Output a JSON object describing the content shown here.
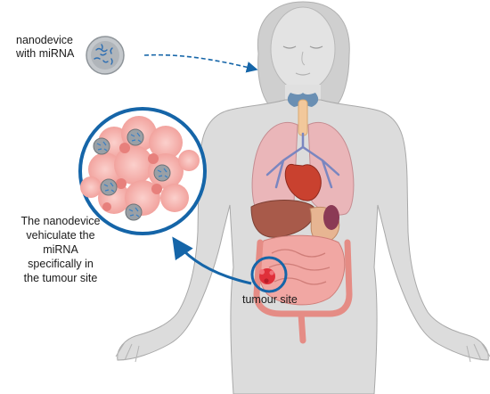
{
  "labels": {
    "nanodevice": [
      "nanodevice",
      "with miRNA"
    ],
    "vehiculate": [
      "The nanodevice",
      "vehiculate the",
      "miRNA",
      "specifically in",
      "the tumour site"
    ],
    "tumour_site": "tumour site"
  },
  "colors": {
    "accent_blue": "#1565a8",
    "body_gray": "#d9d9d9",
    "body_outline": "#a6a6a6",
    "tumour_red": "#e0303a",
    "tissue_pink": "#f4a3a0",
    "nanoparticle_gray": "#9aa0a6",
    "mirna_blue": "#3a7fc4"
  },
  "icons": {
    "nanodevice": "nanoparticle-icon",
    "tumour": "tumour-icon",
    "magnifier": "zoom-circle-icon"
  }
}
